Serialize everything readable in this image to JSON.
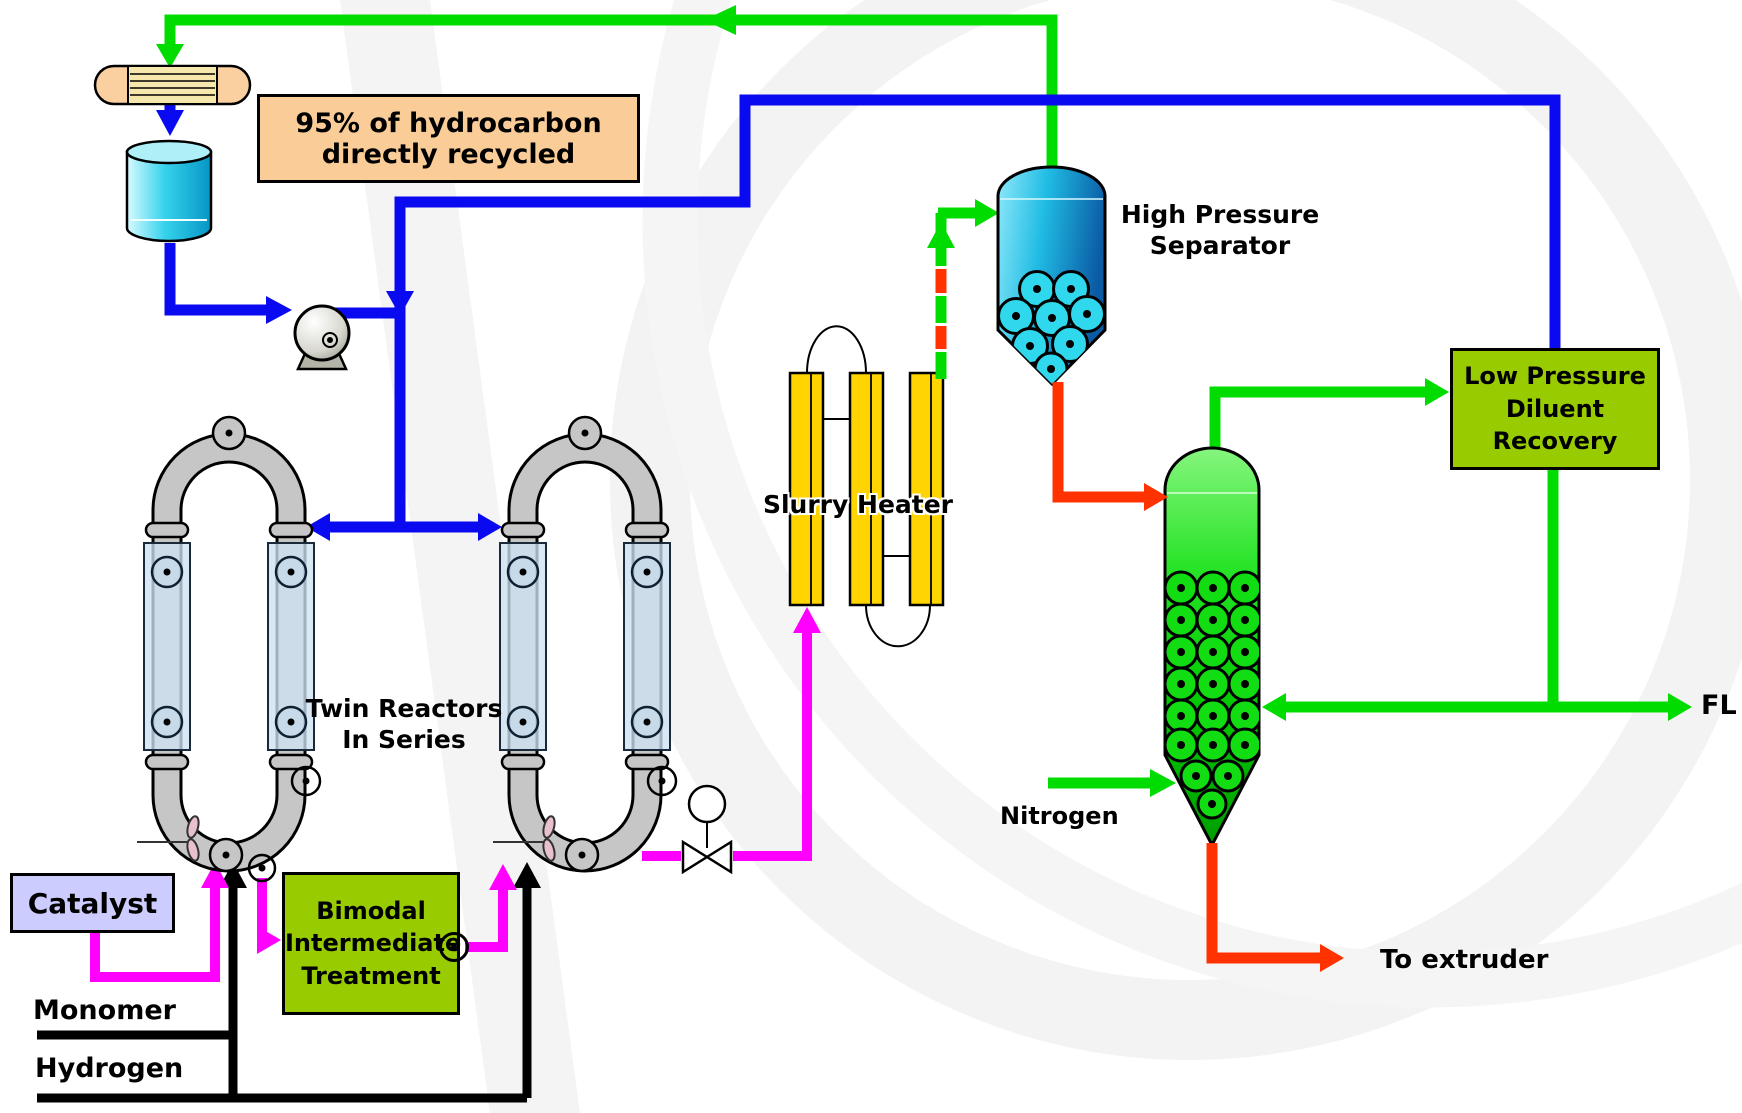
{
  "annotations": {
    "recycle_note": {
      "line1": "95% of hydrocarbon",
      "line2": "directly recycled"
    }
  },
  "equipment": {
    "twin_reactors": {
      "label_line1": "Twin Reactors",
      "label_line2": "In Series"
    },
    "slurry_heater": {
      "label": "Slurry Heater"
    },
    "hp_separator": {
      "label_line1": "High Pressure",
      "label_line2": "Separator"
    },
    "lp_diluent_recovery": {
      "line1": "Low Pressure",
      "line2": "Diluent",
      "line3": "Recovery"
    },
    "bimodal_treatment": {
      "line1": "Bimodal",
      "line2": "Intermediate",
      "line3": "Treatment"
    },
    "catalyst_feed": {
      "label": "Catalyst"
    }
  },
  "streams": {
    "monomer": {
      "label": "Monomer"
    },
    "hydrogen": {
      "label": "Hydrogen"
    },
    "nitrogen": {
      "label": "Nitrogen"
    },
    "flare": {
      "label": "FL"
    },
    "extruder": {
      "label": "To extruder"
    }
  },
  "colors": {
    "line_green": "#00DC00",
    "line_blue": "#0A0AF0",
    "line_magenta": "#FF00FF",
    "line_red": "#FF3200",
    "line_black": "#000000",
    "heater_yellow": "#FFD400",
    "box_green": "#99CC00",
    "catalyst_lavender": "#CCCCFF",
    "note_peach": "#FACD98",
    "vessel_cyan": "#18B8E0",
    "vessel_green": "#22C822",
    "pipe_gray": "#C6C6C6",
    "jacket_blue": "#CFE2F0"
  }
}
